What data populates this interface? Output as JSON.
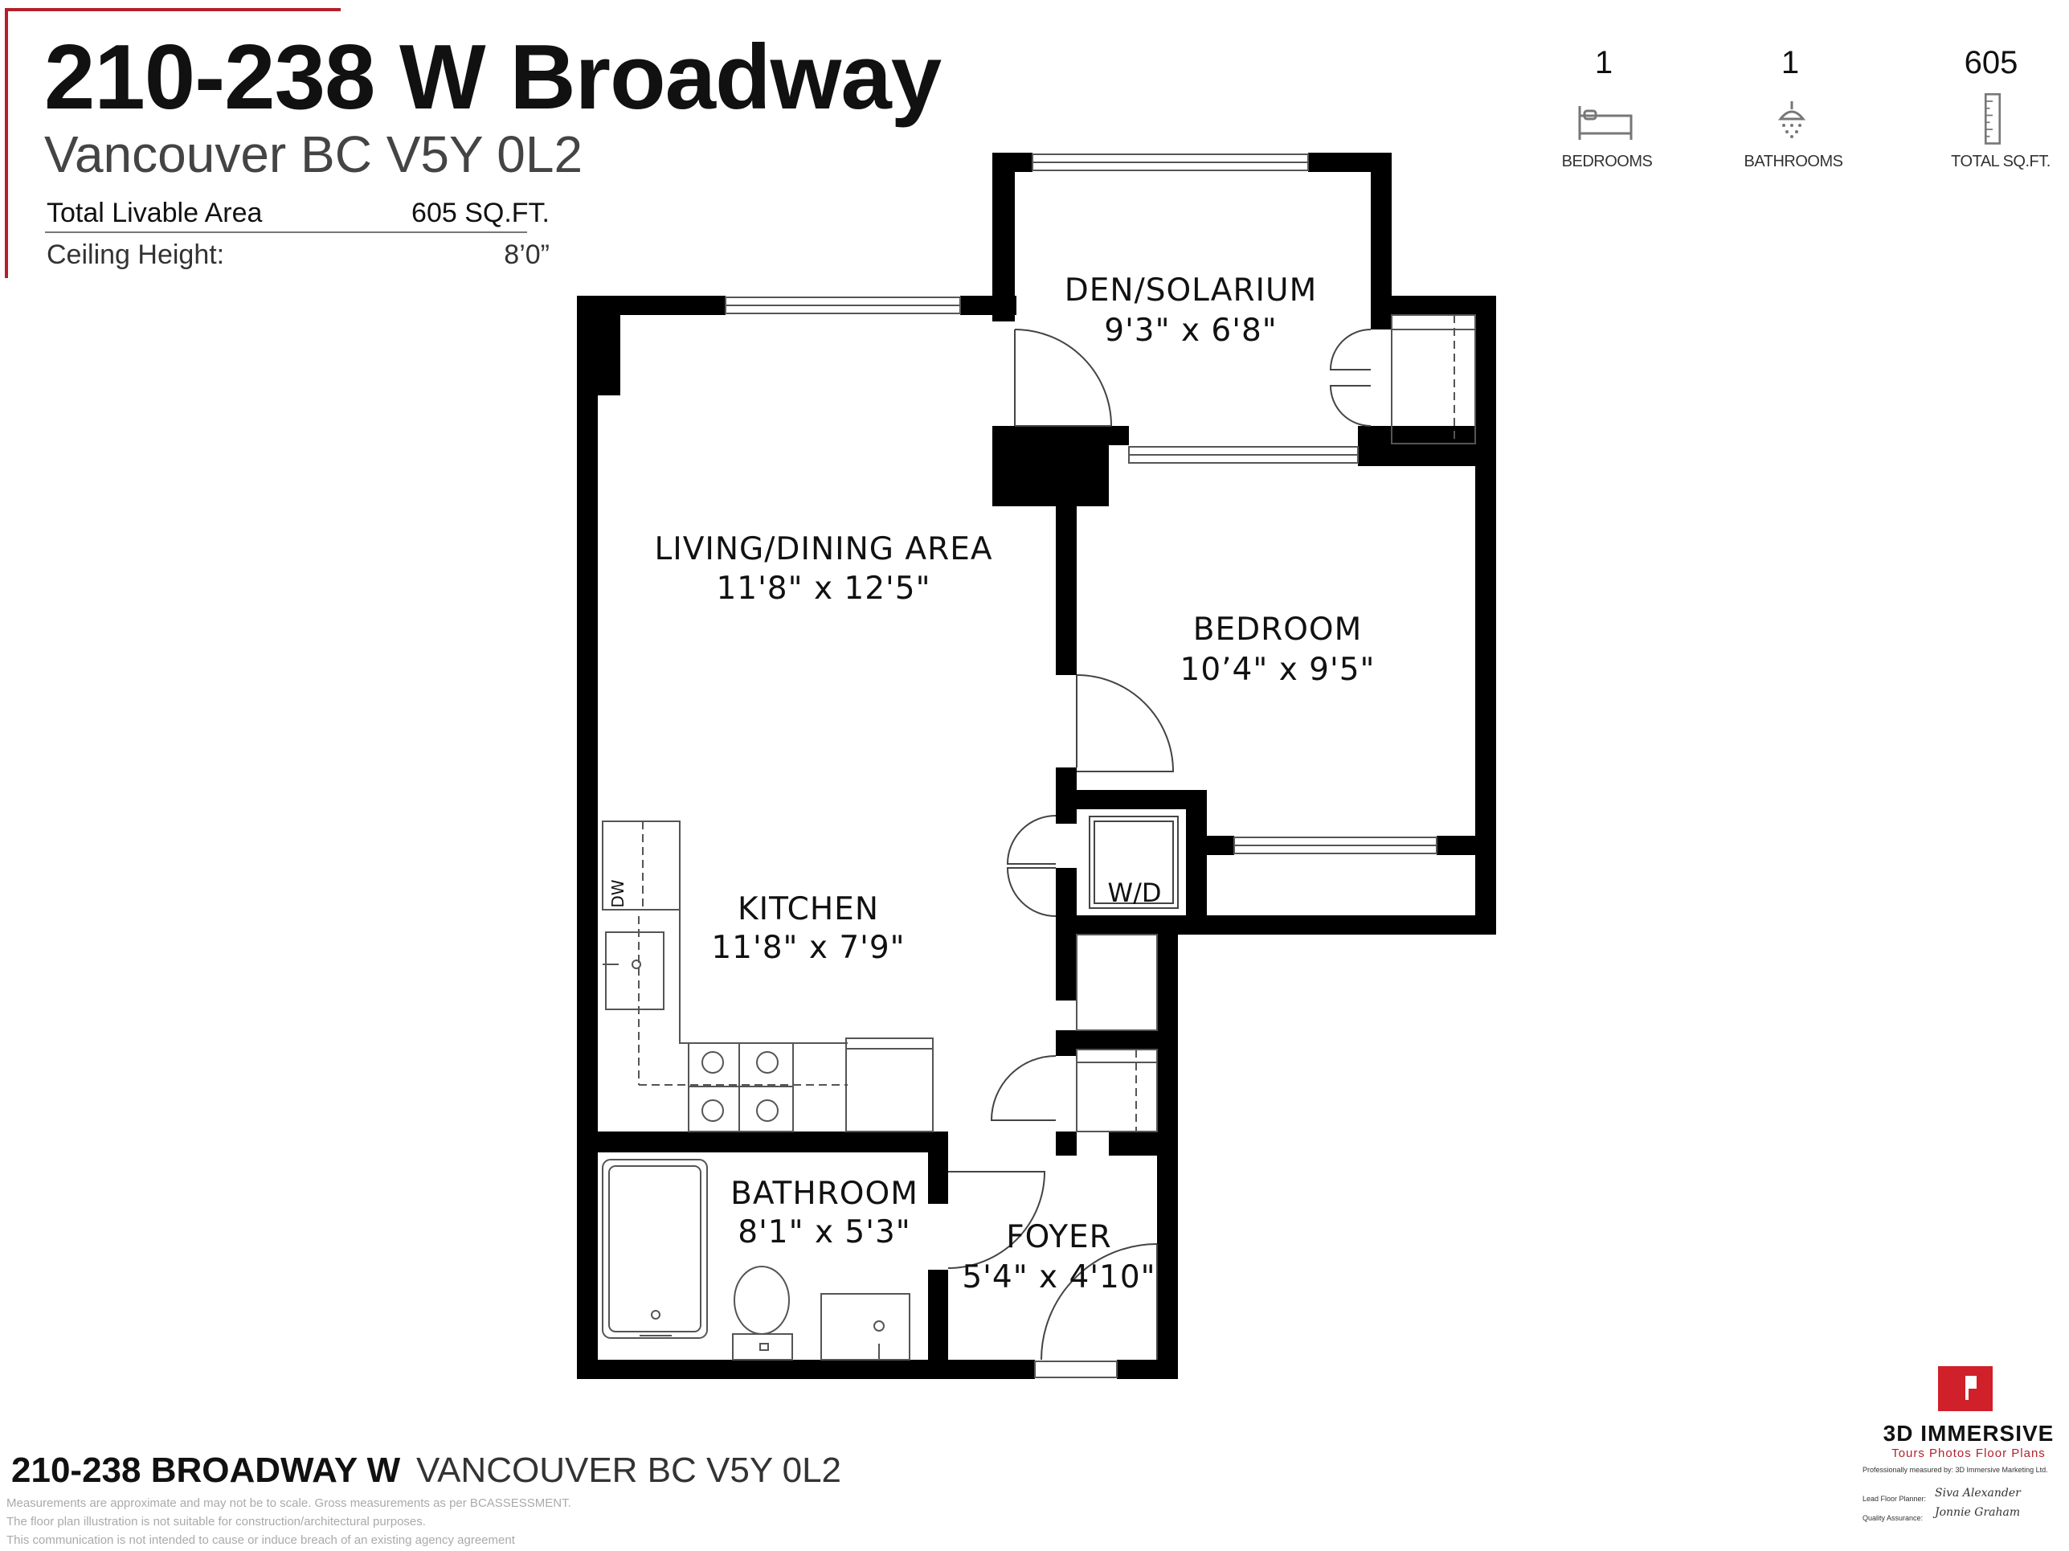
{
  "header": {
    "title": "210-238 W Broadway",
    "subtitle": "Vancouver BC V5Y 0L2",
    "specs": [
      {
        "label": "Total Livable Area",
        "value": "605 SQ.FT."
      },
      {
        "label": "Ceiling Height:",
        "value": "8’0”"
      }
    ]
  },
  "stats": [
    {
      "value": "1",
      "label": "BEDROOMS",
      "icon": "bed-icon"
    },
    {
      "value": "1",
      "label": "BATHROOMS",
      "icon": "shower-icon"
    },
    {
      "value": "605",
      "label": "TOTAL SQ.FT.",
      "icon": "ruler-icon"
    }
  ],
  "rooms": {
    "den": {
      "name": "DEN/SOLARIUM",
      "size": "9'3\" x 6'8\""
    },
    "living": {
      "name": "LIVING/DINING AREA",
      "size": "11'8\" x 12'5\""
    },
    "bedroom": {
      "name": "BEDROOM",
      "size": "10’4\" x 9'5\""
    },
    "kitchen": {
      "name": "KITCHEN",
      "size": "11'8\" x 7'9\""
    },
    "bathroom": {
      "name": "BATHROOM",
      "size": "8'1\" x 5'3\""
    },
    "foyer": {
      "name": "FOYER",
      "size": "5'4\" x 4'10\""
    },
    "laundry": {
      "name": "W/D"
    },
    "dishwasher": {
      "name": "DW"
    }
  },
  "footer": {
    "address_bold": "210-238 BROADWAY W",
    "address_rest": "VANCOUVER BC V5Y 0L2",
    "disclaimers": [
      "Measurements are approximate and may not be to scale. Gross measurements as per BCASSESSMENT.",
      "The floor plan illustration is not suitable for construction/architectural purposes.",
      "This communication is not intended to cause or induce breach of an existing agency agreement"
    ]
  },
  "brand": {
    "name": "3D IMMERSIVE",
    "tagline": "Tours  Photos  Floor Plans",
    "credit": "Professionally measured by: 3D Immersive Marketing Ltd.",
    "lead_label": "Lead Floor Planner:",
    "lead_name": "Siva Alexander",
    "qa_label": "Quality Assurance:",
    "qa_name": "Jonnie Graham",
    "accent_color": "#d0202a"
  }
}
